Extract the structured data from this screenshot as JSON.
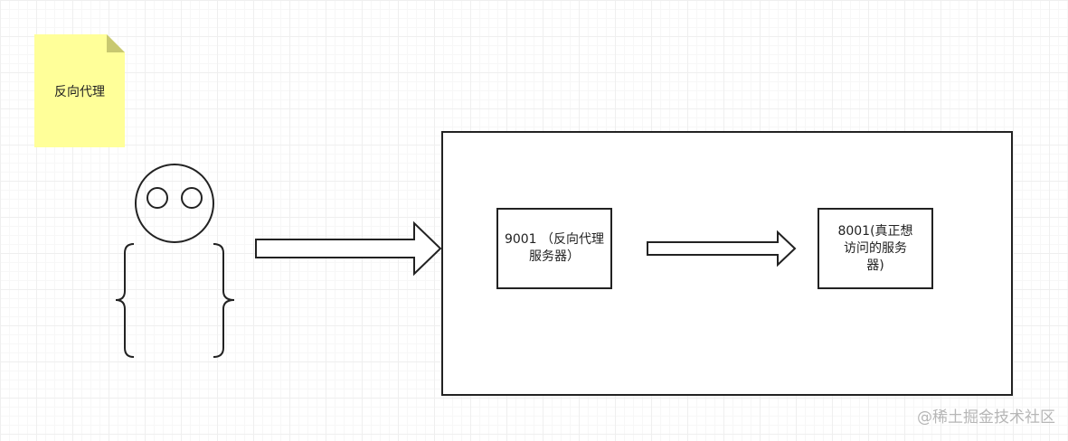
{
  "note": {
    "label": "反向代理",
    "color": "#ffff99"
  },
  "proxy_box": {
    "label": "9001 （反向代理服务器）"
  },
  "target_box": {
    "label": "8001(真正想\n访问的服务\n器)"
  },
  "watermark": {
    "text": "@稀土掘金技术社区"
  }
}
